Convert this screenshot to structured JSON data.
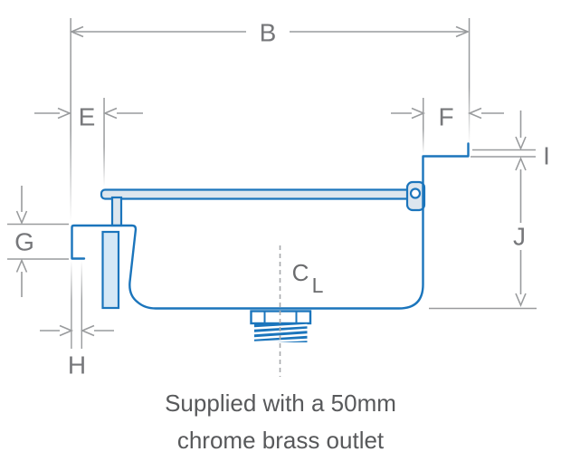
{
  "diagram": {
    "title": "basin-cross-section-dimension-drawing",
    "labels": {
      "B": "B",
      "E": "E",
      "F": "F",
      "G": "G",
      "H": "H",
      "I": "I",
      "J": "J"
    },
    "centerline": {
      "main": "C",
      "sub": "L"
    },
    "caption": {
      "line1": "Supplied with a 50mm",
      "line2": "chrome brass outlet"
    },
    "colors": {
      "outline-blue": "#1b75bc",
      "fill-light-blue": "#d5e8f6",
      "fill-rail": "#dde6ee",
      "dim-gray": "#999b9d",
      "label-gray": "#76777a",
      "caption-gray": "#58595b",
      "centerline-gray": "#a7a9ac"
    }
  }
}
